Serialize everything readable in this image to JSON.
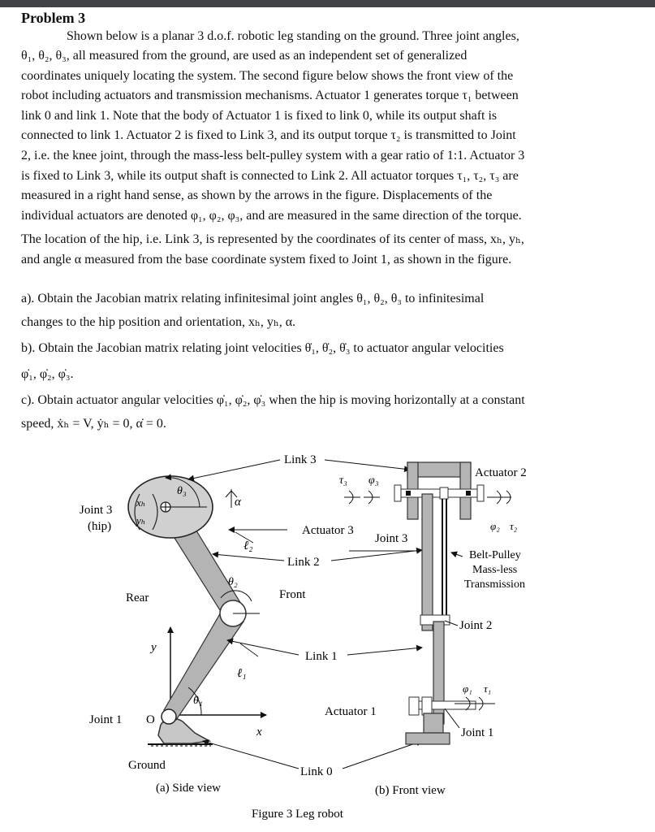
{
  "problem": {
    "title": "Problem 3",
    "paragraph_lines": [
      "Shown below is a planar 3 d.o.f. robotic leg standing on the ground. Three joint angles,",
      "θ₁, θ₂, θ₃, all measured from the ground, are used as an independent set of generalized",
      "coordinates uniquely locating the system. The second figure below shows the front view of the",
      "robot including actuators and transmission mechanisms. Actuator 1 generates torque τ₁ between",
      "link 0 and link 1. Note that the body of Actuator 1 is fixed to link 0, while its output shaft is",
      "connected to link 1. Actuator 2 is fixed to Link 3, and its output torque τ₂ is transmitted to Joint",
      "2, i.e. the knee joint, through the mass-less belt-pulley system with a gear ratio of 1:1. Actuator 3",
      "is fixed to Link 3, while its output shaft is connected to Link 2. All actuator torques τ₁, τ₂, τ₃ are",
      "measured in a right hand sense, as shown by the arrows in the figure. Displacements of the",
      "individual actuators are denoted φ₁, φ₂, φ₃, and are measured in the same direction of the torque.",
      "The location of the hip, i.e. Link 3, is represented by the coordinates of its center of mass, xₕ, yₕ,",
      "and angle α measured from the base coordinate system fixed to Joint 1, as shown in the figure."
    ]
  },
  "questions": [
    "a). Obtain the Jacobian matrix relating infinitesimal joint angles θ₁, θ₂, θ₃ to infinitesimal",
    "changes to the hip position and orientation, xₕ, yₕ, α.",
    "b). Obtain the Jacobian matrix relating joint velocities θ̇₁, θ̇₂, θ̇₃ to actuator angular velocities",
    "φ̇₁, φ̇₂, φ̇₃.",
    "c). Obtain actuator angular velocities φ̇₁, φ̇₂, φ̇₃ when the hip is moving horizontally at a constant",
    "speed, ẋₕ = V, ẏₕ = 0, α̇ = 0."
  ],
  "figure": {
    "side_view": {
      "caption": "(a) Side view",
      "joint3": "Joint 3",
      "hip": "(hip)",
      "rear": "Rear",
      "front": "Front",
      "joint1": "Joint 1",
      "origin": "O",
      "ground": "Ground",
      "y_axis": "y",
      "x_axis": "x",
      "xh": "xₕ",
      "yh": "yₕ",
      "theta1": "θ₁",
      "theta2": "θ₂",
      "theta3": "θ₃",
      "alpha": "α",
      "l1": "ℓ₁",
      "l2": "ℓ₂"
    },
    "center_labels": {
      "link3": "Link 3",
      "tau3": "τ₃",
      "phi3": "φ₃",
      "actuator3": "Actuator 3",
      "link2": "Link 2",
      "link1": "Link 1",
      "actuator1": "Actuator 1",
      "link0": "Link 0"
    },
    "front_view": {
      "caption": "(b) Front view",
      "actuator2": "Actuator 2",
      "phi2": "φ₂",
      "tau2": "τ₂",
      "joint3": "Joint 3",
      "belt1": "Belt-Pulley",
      "belt2": "Mass-less",
      "belt3": "Transmission",
      "joint2": "Joint 2",
      "phi1": "φ₁",
      "tau1": "τ₁",
      "joint1": "Joint 1"
    },
    "caption": "Figure 3 Leg robot"
  }
}
